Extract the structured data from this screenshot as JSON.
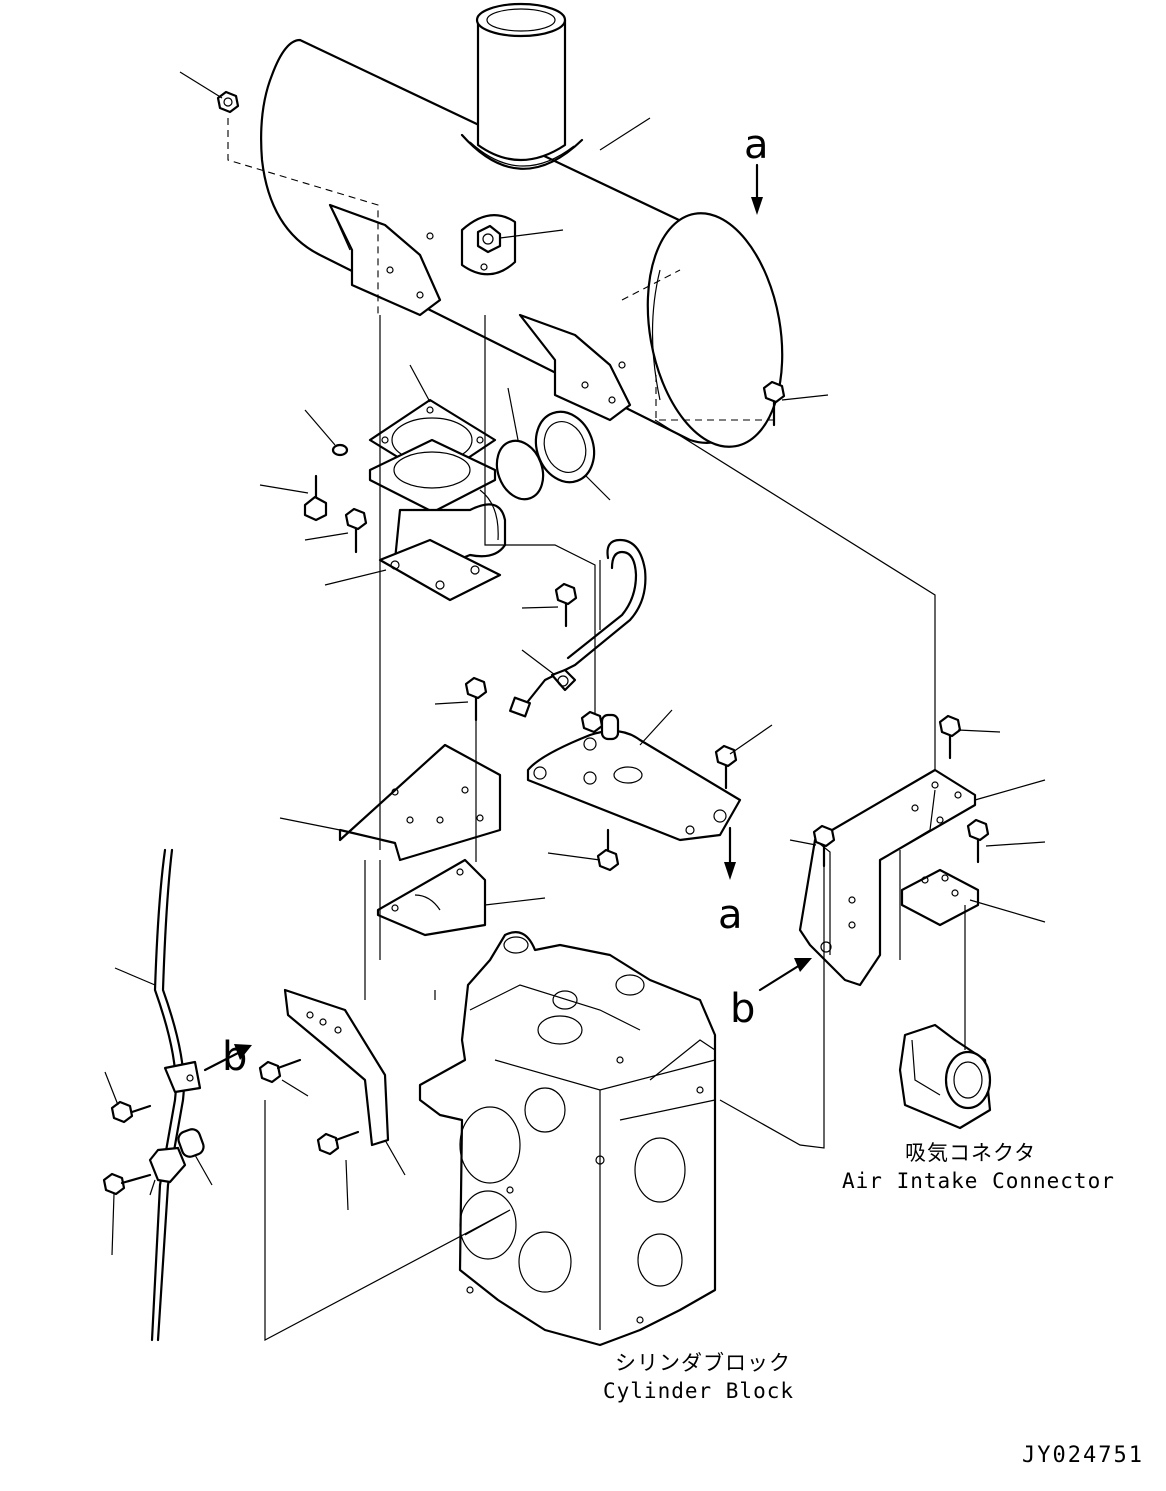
{
  "labels": {
    "view_a_top": "a",
    "view_a_bottom": "a",
    "view_b_left": "b",
    "view_b_right": "b",
    "air_intake_jp": "吸気コネクタ",
    "air_intake_en": "Air Intake Connector",
    "cylinder_block_jp": "シリンダブロック",
    "cylinder_block_en": "Cylinder Block",
    "drawing_code": "JY024751"
  }
}
